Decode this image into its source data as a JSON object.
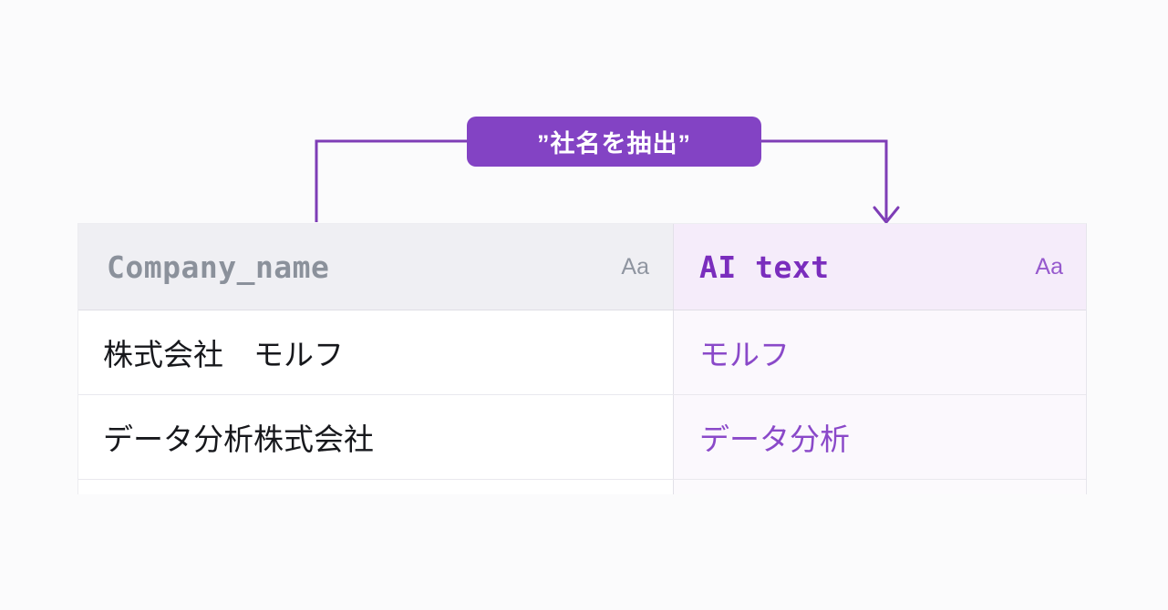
{
  "annotation": {
    "label": "”社名を抽出”",
    "badge_color": "#8343c4",
    "line_color": "#7e3db6"
  },
  "table": {
    "columns": [
      {
        "name": "Company_name",
        "type_indicator": "Aa"
      },
      {
        "name": "AI text",
        "type_indicator": "Aa"
      }
    ],
    "rows": [
      {
        "company_name": "株式会社　モルフ",
        "ai_text": "モルフ"
      },
      {
        "company_name": "データ分析株式会社",
        "ai_text": "データ分析"
      }
    ]
  },
  "colors": {
    "page_bg": "#fbfbfc",
    "badge_bg": "#8343c4",
    "badge_text": "#ffffff",
    "connector": "#7e3db6",
    "header_bg": "#efeff3",
    "header_text": "#8b919b",
    "ai_header_bg": "#f5ecfa",
    "ai_header_text": "#7a2dbd",
    "cell_bg": "#ffffff",
    "cell_text": "#17181c",
    "ai_cell_bg": "#fbf8fd",
    "ai_cell_text": "#8a49c9",
    "type_indicator_gray": "#8f95a0",
    "type_indicator_purple": "#9659cd"
  }
}
